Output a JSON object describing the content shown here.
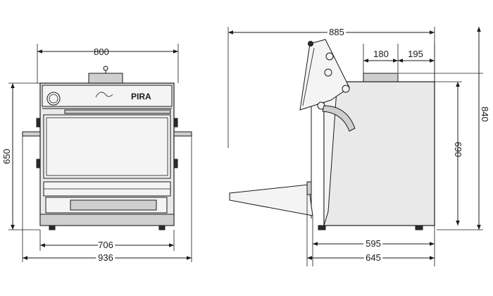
{
  "diagram": {
    "brand_text": "PIRA",
    "dimensions": {
      "front_width_top": "800",
      "front_height": "650",
      "front_inner_width": "706",
      "front_total_width": "936",
      "side_total_depth": "885",
      "side_chimney_width": "180",
      "side_chimney_offset": "195",
      "side_total_height": "840",
      "side_body_height": "690",
      "side_body_depth": "595",
      "side_base_depth": "645"
    }
  }
}
